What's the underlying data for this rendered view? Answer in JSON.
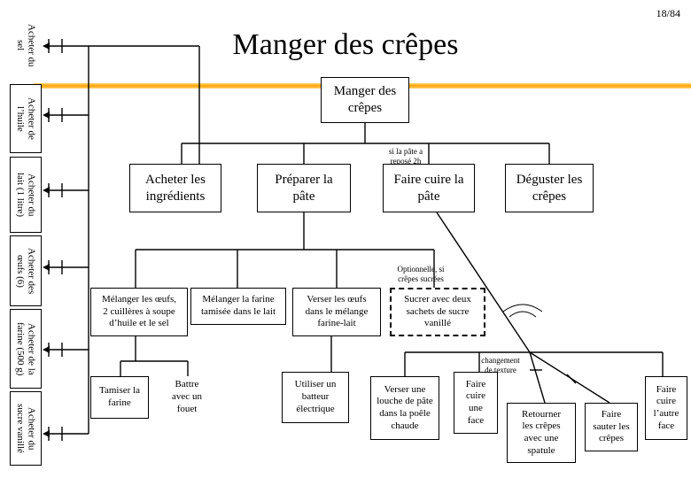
{
  "page_number": "18/84",
  "title": "Manger des crêpes",
  "colors": {
    "orange_bar": "#ffa500",
    "orange_bar_light": "#ffd27a"
  },
  "side_items": [
    {
      "label": "Acheter du\nsel"
    },
    {
      "label": "Acheter de\nl’huile"
    },
    {
      "label": "Acheter du\nlait (1 litre)"
    },
    {
      "label": "Acheter des\nœufs (6)"
    },
    {
      "label": "Acheter de la\nfarine (500 g)"
    },
    {
      "label": "Acheter du\nsucre vanillé"
    }
  ],
  "root": {
    "label": "Manger des\ncrêpes"
  },
  "notes": {
    "dough_rested": "si la pâte a\nreposé 2h",
    "optional": "Optionnelle, si\ncrêpes sucrées",
    "texture": "changement\nde texture"
  },
  "level1": [
    {
      "label": "Acheter les\ningrédients"
    },
    {
      "label": "Préparer la\npâte"
    },
    {
      "label": "Faire cuire la\npâte"
    },
    {
      "label": "Déguster les\ncrêpes"
    }
  ],
  "prep_steps": [
    {
      "label": "Mélanger les œufs,\n2 cuillères à soupe\nd’huile et le sel"
    },
    {
      "label": "Mélanger la farine\ntamisée dans le lait"
    },
    {
      "label": "Verser les œufs\ndans le mélange\nfarine-lait"
    },
    {
      "label": "Sucrer avec deux\nsachets de sucre\nvanillé"
    }
  ],
  "sub_steps": [
    {
      "label": "Tamiser la\nfarine"
    },
    {
      "label": "Battre\navec un\nfouet"
    },
    {
      "label": "Utiliser un\nbatteur\nélectrique"
    }
  ],
  "cook_steps": [
    {
      "label": "Verser une\nlouche de pâte\ndans la poêle\nchaude"
    },
    {
      "label": "Faire\ncuire\nune\nface"
    },
    {
      "label": "Retourner\nles crêpes\navec une\nspatule"
    },
    {
      "label": "Faire\nsauter les\ncrêpes"
    },
    {
      "label": "Faire\ncuire\nl’autre\nface"
    }
  ]
}
